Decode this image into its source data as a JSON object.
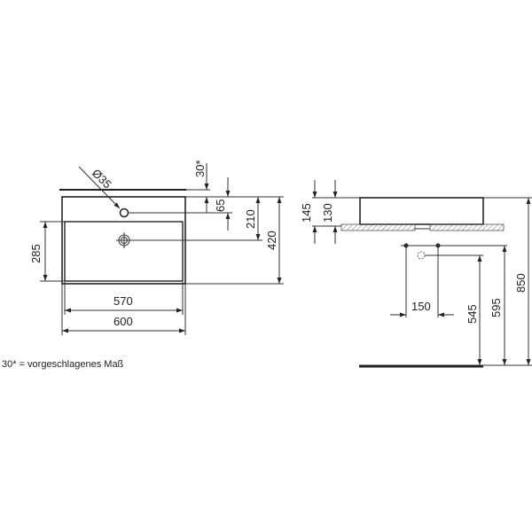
{
  "drawing": {
    "front_view": {
      "tap_hole_diameter": "Ø35",
      "suggested_gap": "30*",
      "tap_hole_offset": "65",
      "drain_offset": "210",
      "depth": "420",
      "bowl_depth": "285",
      "inner_width": "570",
      "outer_width": "600"
    },
    "side_view": {
      "total_height": "145",
      "basin_height": "130",
      "waste_spacing": "150",
      "waste_height": "545",
      "supply_height": "595",
      "mounting_height": "850"
    },
    "footnote": "30* = vorgeschlagenes Maß"
  }
}
